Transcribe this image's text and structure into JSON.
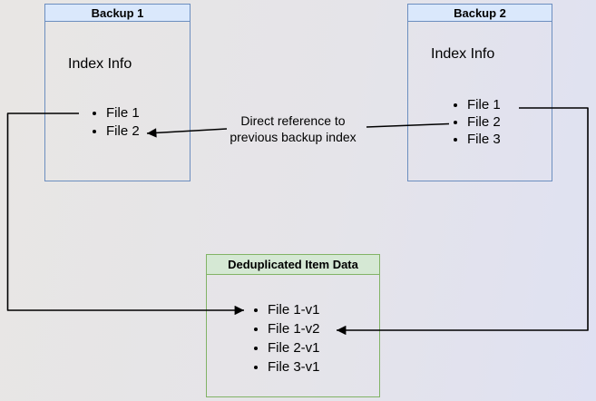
{
  "diagram": {
    "backup1": {
      "title": "Backup 1",
      "section_label": "Index Info",
      "items": [
        "File 1",
        "File 2"
      ]
    },
    "backup2": {
      "title": "Backup 2",
      "section_label": "Index Info",
      "items": [
        "File 1",
        "File 2",
        "File 3"
      ]
    },
    "dedup": {
      "title": "Deduplicated Item Data",
      "items": [
        "File 1-v1",
        "File 1-v2",
        "File 2-v1",
        "File 3-v1"
      ]
    },
    "arrow_label": {
      "line1": "Direct reference to",
      "line2": "previous backup index"
    }
  },
  "colors": {
    "bg_left": "#e8e6e4",
    "bg_mid": "#e5e4e9",
    "bg_right": "#dfe1f2",
    "blue_fill": "#dae8fc",
    "blue_border": "#6c8ebf",
    "green_fill": "#d5e8d4",
    "green_border": "#82b366",
    "arrow": "#000000",
    "text": "#000000"
  }
}
